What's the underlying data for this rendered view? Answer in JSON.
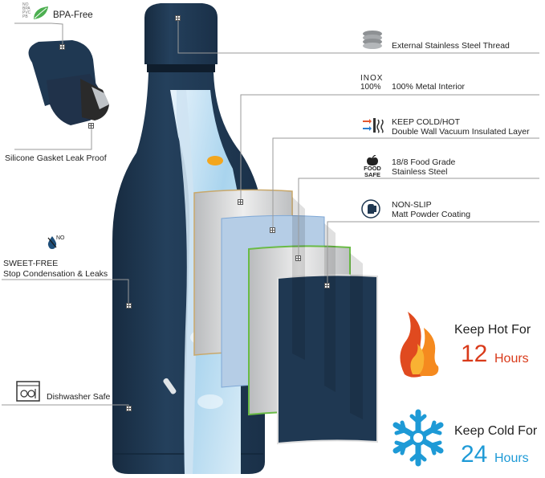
{
  "features": {
    "bpa_free": "BPA-Free",
    "bpa_badge_lines": [
      "NO",
      "BPA",
      "PVC",
      "PB"
    ],
    "thread": "External Stainless Steel Thread",
    "inox_label": "INOX",
    "inox_percent": "100%",
    "metal_interior": "100% Metal Interior",
    "keep_cold_hot": "KEEP COLD/HOT",
    "vacuum_layer": "Double Wall Vacuum Insulated Layer",
    "food_badge": "FOOD",
    "safe_badge": "SAFE",
    "food_grade": "18/8 Food Grade",
    "stainless_steel": "Stainless Steel",
    "non_slip": "NON-SLIP",
    "matt_coating": "Matt Powder Coating",
    "gasket": "Silicone Gasket Leak Proof",
    "sweet_no": "NO",
    "sweet_free": "SWEET-FREE",
    "condensation": "Stop Condensation & Leaks",
    "dishwasher": "Dishwasher Safe"
  },
  "hot": {
    "label": "Keep Hot For",
    "number": "12",
    "unit": "Hours",
    "color": "#d93a1a"
  },
  "cold": {
    "label": "Keep Cold For",
    "number": "24",
    "unit": "Hours",
    "color": "#1e9ad6"
  },
  "colors": {
    "bottle": "#1f3852",
    "leaf": "#4caf50",
    "steel": "#c9cbcd"
  },
  "icons": [
    "leaf-icon",
    "thread-icon",
    "insulation-icon",
    "apple-icon",
    "hand-icon",
    "droplet-icon",
    "dishwasher-icon",
    "flame-icon",
    "snowflake-icon"
  ]
}
